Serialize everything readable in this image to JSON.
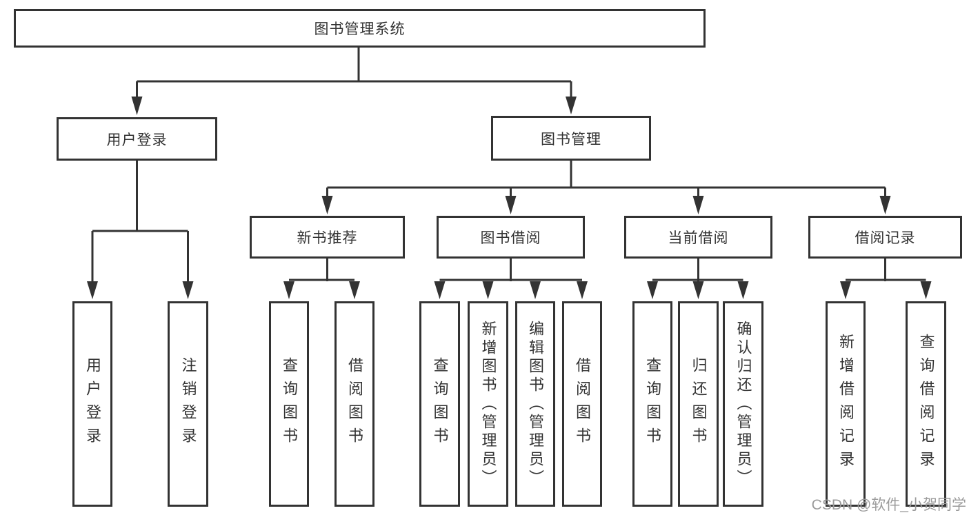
{
  "tree": {
    "root": {
      "label": "图书管理系统",
      "children": [
        {
          "label": "用户登录",
          "children": [
            {
              "label": "用户登录"
            },
            {
              "label": "注销登录"
            }
          ]
        },
        {
          "label": "图书管理",
          "children": [
            {
              "label": "新书推荐",
              "children": [
                {
                  "label": "查询图书"
                },
                {
                  "label": "借阅图书"
                }
              ]
            },
            {
              "label": "图书借阅",
              "children": [
                {
                  "label": "查询图书"
                },
                {
                  "label": "新增图书（管理员）"
                },
                {
                  "label": "编辑图书（管理员）"
                },
                {
                  "label": "借阅图书"
                }
              ]
            },
            {
              "label": "当前借阅",
              "children": [
                {
                  "label": "查询图书"
                },
                {
                  "label": "归还图书"
                },
                {
                  "label": "确认归还（管理员）"
                }
              ]
            },
            {
              "label": "借阅记录",
              "children": [
                {
                  "label": "新增借阅记录"
                },
                {
                  "label": "查询借阅记录"
                }
              ]
            }
          ]
        }
      ]
    }
  },
  "watermark": "CSDN @软件_小贺同学",
  "colors": {
    "border": "#333333",
    "line": "#333333",
    "text": "#333333",
    "background": "#ffffff",
    "watermark": "#9b9b9b"
  }
}
